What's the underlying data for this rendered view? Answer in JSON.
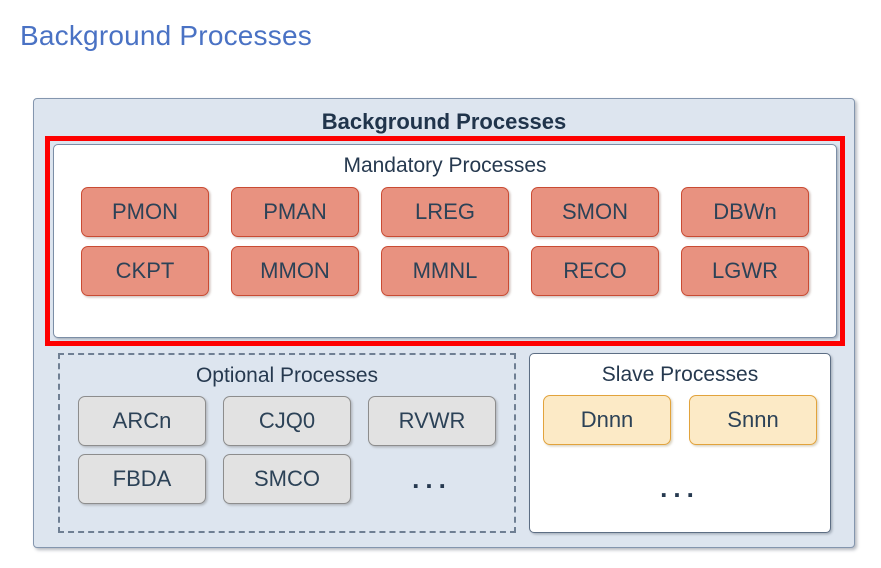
{
  "page": {
    "heading": "Background Processes"
  },
  "diagram": {
    "container_title": "Background Processes",
    "colors": {
      "container_fill": "#dde5ef",
      "highlight_frame": "#fe0000",
      "mandatory_box_fill": "#e89280",
      "mandatory_box_border": "#c94b33",
      "optional_box_fill": "#e2e2e2",
      "optional_box_border": "#8d8d8d",
      "slave_box_fill": "#fceac6",
      "slave_box_border": "#e2a33c",
      "text": "#2c4257",
      "title_blue": "#4a72c4"
    },
    "mandatory": {
      "heading": "Mandatory Processes",
      "row1": [
        "PMON",
        "PMAN",
        "LREG",
        "SMON",
        "DBWn"
      ],
      "row2": [
        "CKPT",
        "MMON",
        "MMNL",
        "RECO",
        "LGWR"
      ]
    },
    "optional": {
      "heading": "Optional Processes",
      "row1": [
        "ARCn",
        "CJQ0",
        "RVWR"
      ],
      "row2": [
        "FBDA",
        "SMCO"
      ],
      "ellipsis": "..."
    },
    "slave": {
      "heading": "Slave Processes",
      "row1": [
        "Dnnn",
        "Snnn"
      ],
      "ellipsis": "..."
    }
  }
}
